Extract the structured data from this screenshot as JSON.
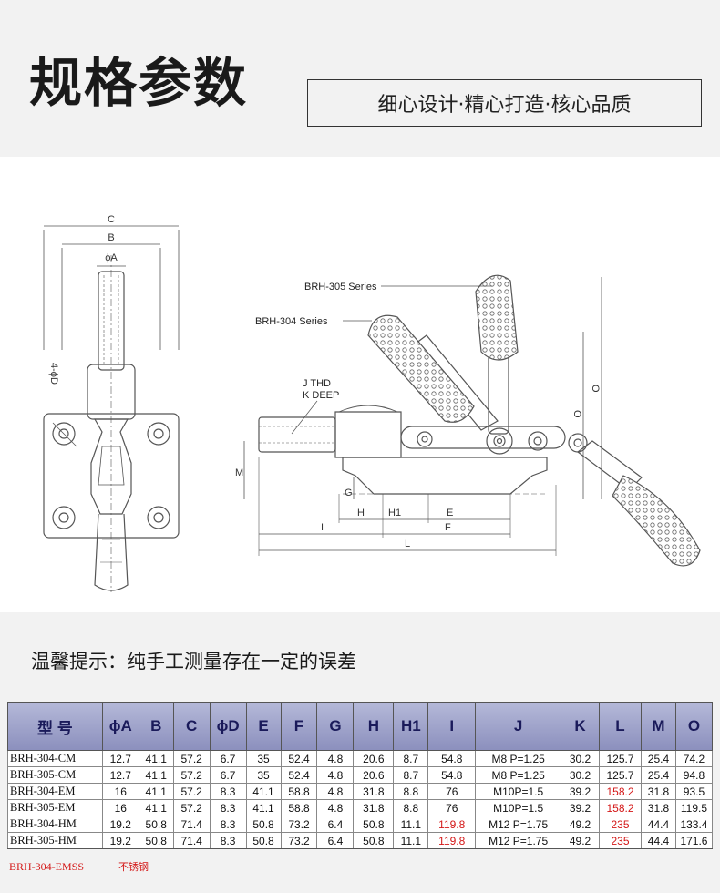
{
  "header": {
    "title": "规格参数",
    "slogan": "细心设计·精心打造·核心品质"
  },
  "drawing": {
    "front_labels": {
      "c": "C",
      "b": "B",
      "a": "ϕA",
      "d": "4-ϕD"
    },
    "side_labels": {
      "s305": "BRH-305 Series",
      "s304": "BRH-304 Series",
      "thread": "J  THD",
      "deep": "K DEEP",
      "m": "M",
      "g": "G",
      "h": "H",
      "h1": "H1",
      "e": "E",
      "i": "I",
      "f": "F",
      "l": "L",
      "o": "O"
    }
  },
  "notice": "温馨提示：纯手工测量存在一定的误差",
  "table": {
    "headers": [
      "型 号",
      "ϕA",
      "B",
      "C",
      "ϕD",
      "E",
      "F",
      "G",
      "H",
      "H1",
      "I",
      "J",
      "K",
      "L",
      "M",
      "O"
    ],
    "rows": [
      {
        "cells": [
          "BRH-304-CM",
          "12.7",
          "41.1",
          "57.2",
          "6.7",
          "35",
          "52.4",
          "4.8",
          "20.6",
          "8.7",
          "54.8",
          "M8 P=1.25",
          "30.2",
          "125.7",
          "25.4",
          "74.2"
        ],
        "red": []
      },
      {
        "cells": [
          "BRH-305-CM",
          "12.7",
          "41.1",
          "57.2",
          "6.7",
          "35",
          "52.4",
          "4.8",
          "20.6",
          "8.7",
          "54.8",
          "M8 P=1.25",
          "30.2",
          "125.7",
          "25.4",
          "94.8"
        ],
        "red": []
      },
      {
        "cells": [
          "BRH-304-EM",
          "16",
          "41.1",
          "57.2",
          "8.3",
          "41.1",
          "58.8",
          "4.8",
          "31.8",
          "8.8",
          "76",
          "M10P=1.5",
          "39.2",
          "158.2",
          "31.8",
          "93.5"
        ],
        "red": [
          13
        ]
      },
      {
        "cells": [
          "BRH-305-EM",
          "16",
          "41.1",
          "57.2",
          "8.3",
          "41.1",
          "58.8",
          "4.8",
          "31.8",
          "8.8",
          "76",
          "M10P=1.5",
          "39.2",
          "158.2",
          "31.8",
          "119.5"
        ],
        "red": [
          13
        ]
      },
      {
        "cells": [
          "BRH-304-HM",
          "19.2",
          "50.8",
          "71.4",
          "8.3",
          "50.8",
          "73.2",
          "6.4",
          "50.8",
          "11.1",
          "119.8",
          "M12 P=1.75",
          "49.2",
          "235",
          "44.4",
          "133.4"
        ],
        "red": [
          10,
          13
        ]
      },
      {
        "cells": [
          "BRH-305-HM",
          "19.2",
          "50.8",
          "71.4",
          "8.3",
          "50.8",
          "73.2",
          "6.4",
          "50.8",
          "11.1",
          "119.8",
          "M12 P=1.75",
          "49.2",
          "235",
          "44.4",
          "171.6"
        ],
        "red": [
          10,
          13
        ]
      }
    ],
    "note": {
      "model": "BRH-304-EMSS",
      "material": "不锈钢"
    }
  },
  "colors": {
    "header_bg": "#f2f2f2",
    "table_header": "#9a9ec8",
    "highlight": "#d41818"
  }
}
